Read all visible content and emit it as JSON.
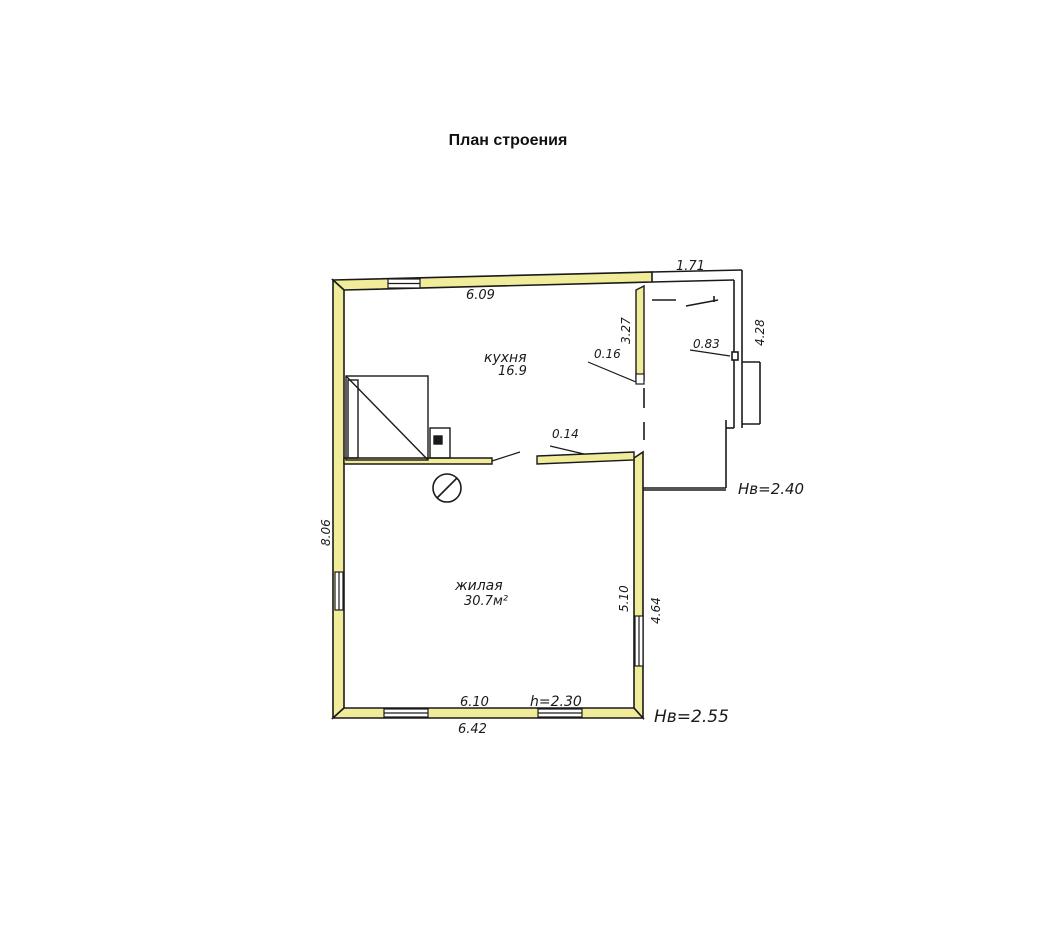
{
  "title": "План строения",
  "colors": {
    "wall_fill": "#f1ec9a",
    "ink": "#1a1a1a"
  },
  "rooms": {
    "kitchen": {
      "name": "кухня",
      "area": "16.9"
    },
    "living": {
      "name": "жилая",
      "area": "30.7м²"
    }
  },
  "dimensions": {
    "top_outer": "1.71",
    "top_inner": "6.09",
    "left": "8.06",
    "bottom_inner": "6.10",
    "bottom_outer": "6.42",
    "right_inner": "5.10",
    "right_outer": "4.64",
    "partition_vertical": "3.27",
    "porch_right": "4.28",
    "opening_kitchen": "0.16",
    "opening_porch": "0.83",
    "opening_partition": "0.14"
  },
  "heights": {
    "room_height": "h=2.30",
    "outer_height_main": "Hв=2.55",
    "outer_height_porch": "Hв=2.40"
  }
}
